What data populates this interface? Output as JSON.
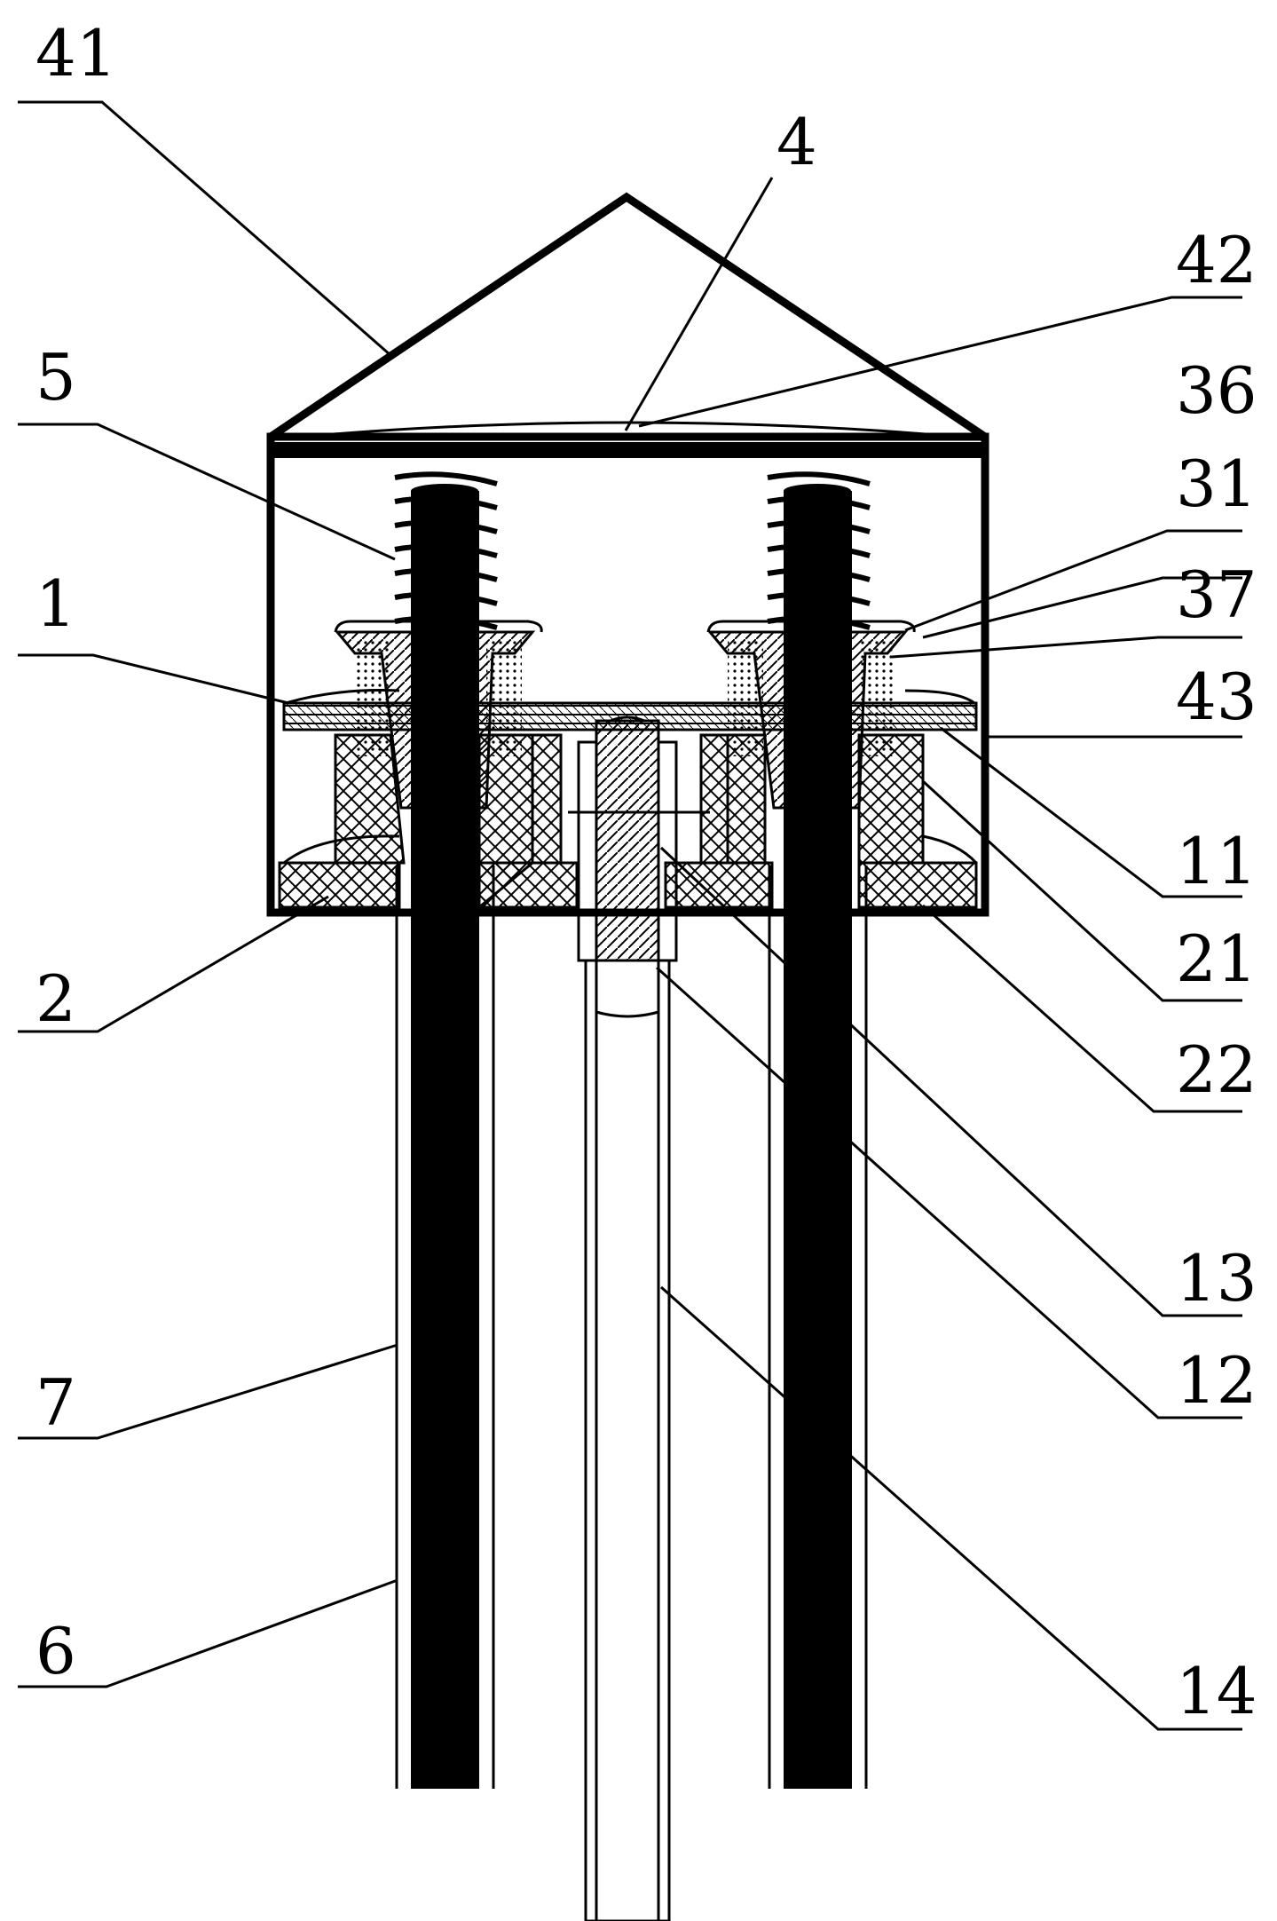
{
  "diagram": {
    "type": "patent-cross-section",
    "colors": {
      "ink": "#000000",
      "paper": "#ffffff"
    },
    "labels": {
      "l41": "41",
      "l4": "4",
      "l42": "42",
      "l5": "5",
      "l36": "36",
      "l31": "31",
      "l37": "37",
      "l1": "1",
      "l43": "43",
      "l11": "11",
      "l21": "21",
      "l2": "2",
      "l22": "22",
      "l13": "13",
      "l12": "12",
      "l7": "7",
      "l6": "6",
      "l14": "14"
    }
  }
}
